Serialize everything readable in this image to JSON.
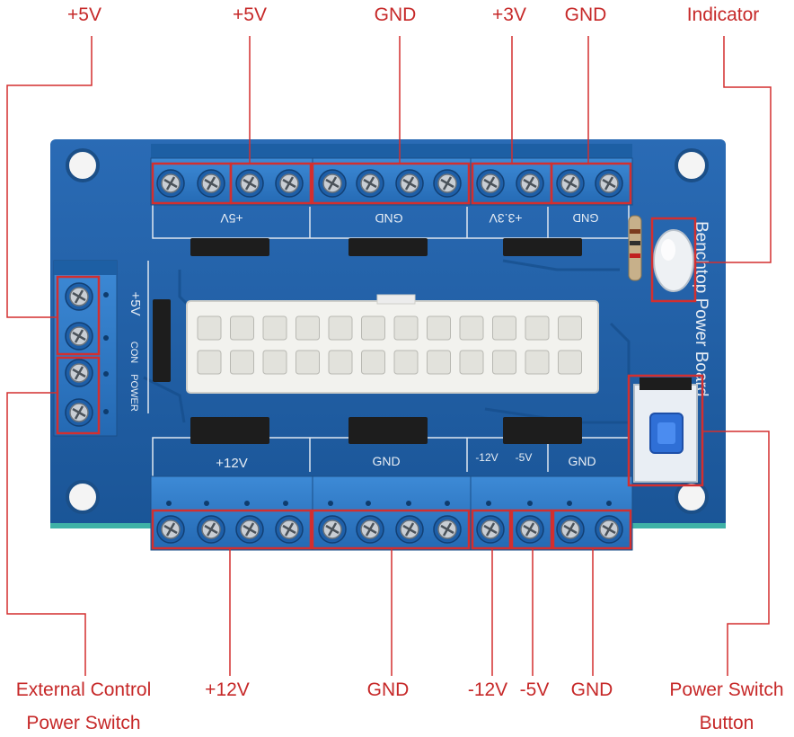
{
  "colors": {
    "callout": "#c62828",
    "board": "#1f5fa6",
    "terminal": "#2b78c9",
    "highlight": "#d32f2f",
    "silkscreen": "#e8eef5"
  },
  "callouts": {
    "top_5v_left": "+5V",
    "top_5v": "+5V",
    "top_gnd": "GND",
    "top_3v": "+3V",
    "top_gnd_right": "GND",
    "indicator": "Indicator",
    "ext_control_line1": "External Control",
    "ext_control_line2": "Power Switch",
    "bottom_12v": "+12V",
    "bottom_gnd": "GND",
    "bottom_neg12v": "-12V",
    "bottom_neg5v": "-5V",
    "bottom_gnd_right": "GND",
    "power_switch_line1": "Power Switch",
    "power_switch_line2": "Button"
  },
  "silkscreen": {
    "top_5v": "+5V",
    "top_gnd": "GND",
    "top_33v": "+3.3V",
    "top_gnd2": "GND",
    "side_5v": "+5V",
    "side_con": "CON",
    "side_power": "POWER",
    "bottom_12v": "+12V",
    "bottom_gnd": "GND",
    "bottom_neg12v": "-12V",
    "bottom_neg5v": "-5V",
    "bottom_gnd2": "GND",
    "board_name": "Benchtop Power Board"
  }
}
